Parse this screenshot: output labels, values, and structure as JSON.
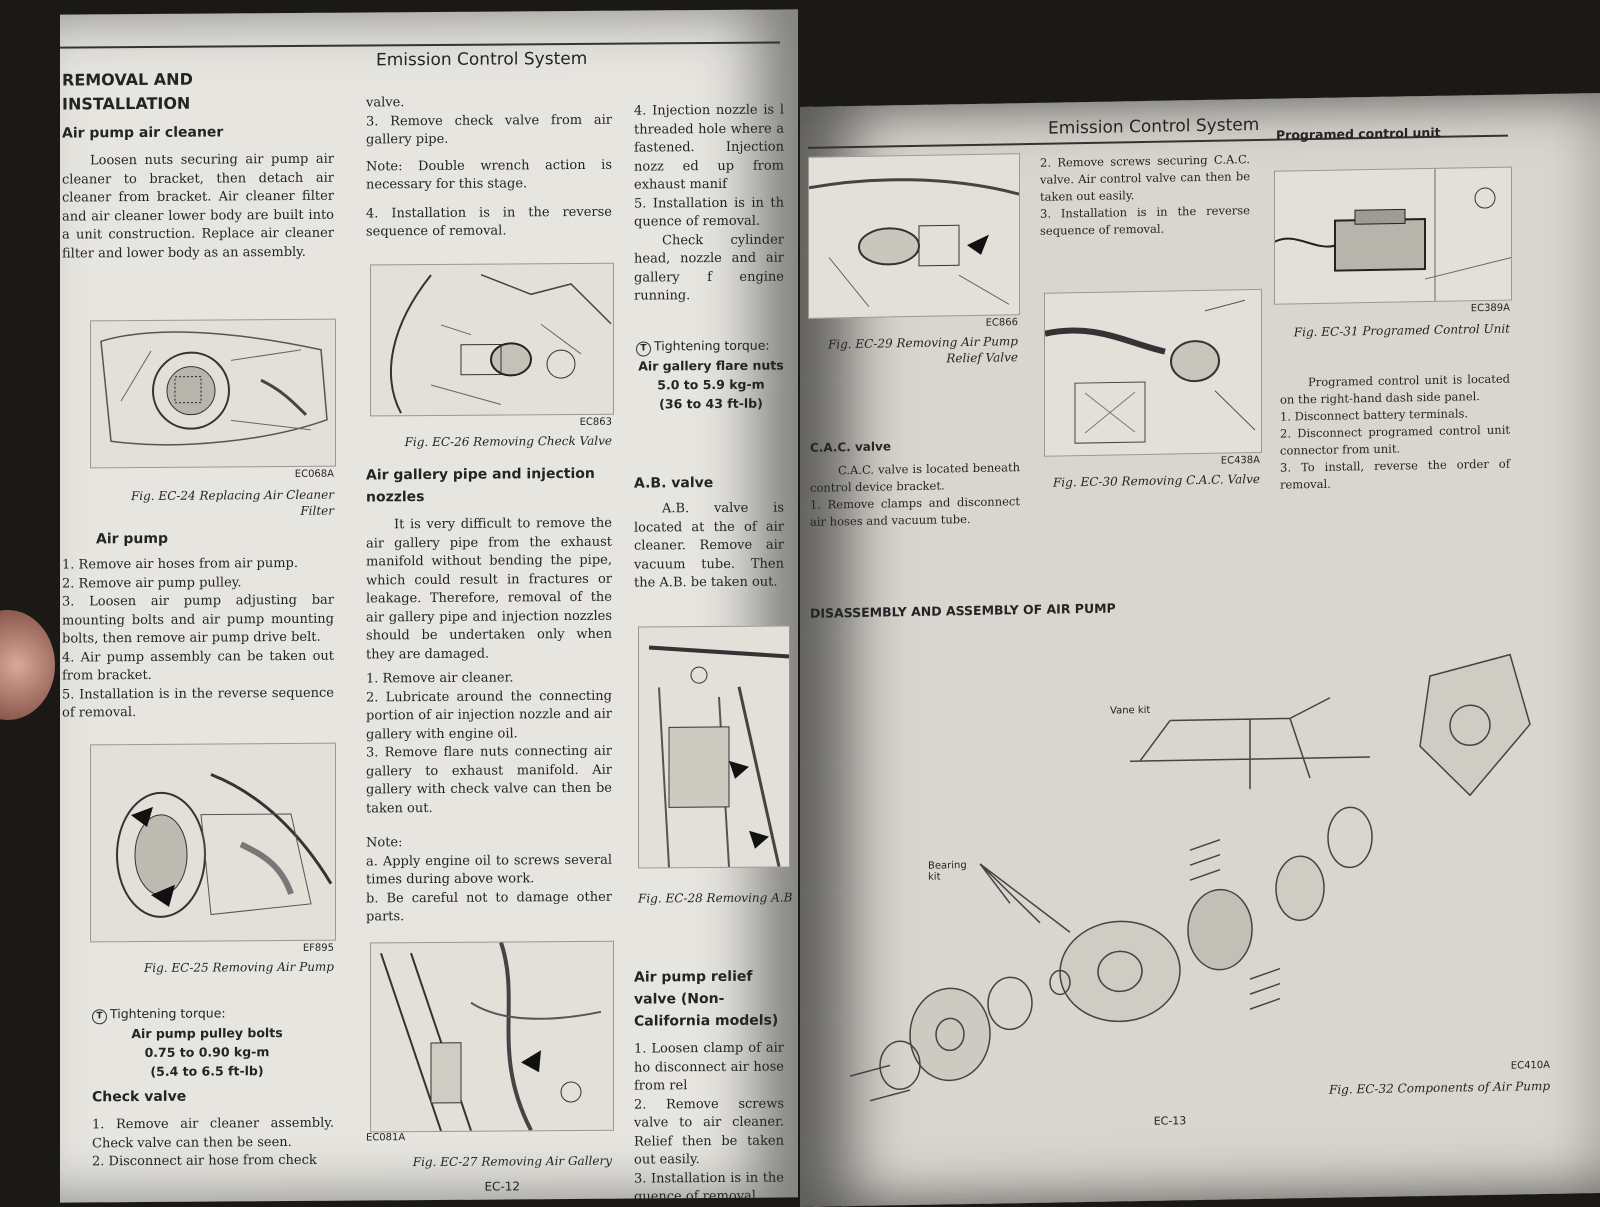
{
  "left": {
    "header": "Emission Control System",
    "col1": {
      "title": "REMOVAL AND INSTALLATION",
      "air_cleaner_heading": "Air pump air cleaner",
      "air_cleaner_text": "Loosen nuts securing air pump air cleaner to bracket, then detach air cleaner from bracket. Air cleaner filter and air cleaner lower body are built into a unit construction. Replace air cleaner filter and lower body as an assembly.",
      "fig24_code": "EC068A",
      "fig24_caption": "Fig. EC-24 Replacing Air Cleaner Filter",
      "air_pump_heading": "Air pump",
      "air_pump_steps": [
        "1.   Remove air hoses from air pump.",
        "2.   Remove air pump pulley.",
        "3.   Loosen air pump adjusting bar mounting bolts and air pump mounting bolts, then remove air pump drive belt.",
        "4.   Air pump assembly can be taken out from bracket.",
        "5.   Installation is in the reverse sequence of removal."
      ],
      "fig25_code": "EF895",
      "fig25_caption": "Fig. EC-25 Removing Air Pump",
      "torque_label": "Tightening torque:",
      "torque_item": "Air pump pulley bolts",
      "torque_value": "0.75 to 0.90 kg-m",
      "torque_value_alt": "(5.4 to 6.5 ft-lb)",
      "check_valve_heading": "Check valve",
      "check_valve_steps": [
        "1.   Remove air cleaner assembly. Check valve can then be seen.",
        "2.   Disconnect air hose from check"
      ]
    },
    "col2": {
      "cont1": "valve.",
      "step3": "3.   Remove check valve from air gallery pipe.",
      "note": "Note: Double wrench action is necessary for this stage.",
      "step4": "4.   Installation is in the reverse sequence of removal.",
      "fig26_code": "EC863",
      "fig26_caption": "Fig. EC-26 Removing Check Valve",
      "gallery_heading": "Air gallery pipe and injection nozzles",
      "gallery_text": "It is very difficult to remove the air gallery pipe from the exhaust manifold without bending the pipe, which could result in fractures or leakage. Therefore, removal of the air gallery pipe and injection nozzles should be undertaken only when they are damaged.",
      "gallery_steps": [
        "1.   Remove air cleaner.",
        "2.   Lubricate around the connecting portion of air injection nozzle and air gallery with engine oil.",
        "3.   Remove flare nuts connecting air gallery to exhaust manifold. Air gallery with check valve can then be taken out."
      ],
      "note2_title": "Note:",
      "note2_items": [
        "a.  Apply engine oil to screws several times during above work.",
        "b.  Be careful not to damage other parts."
      ],
      "fig27_code": "EC081A",
      "fig27_caption": "Fig. EC-27 Removing Air Gallery"
    },
    "col3": {
      "steps": "4.   Injection nozzle is l threaded hole where a fastened. Injection nozz ed up from exhaust manif",
      "step5": "5.   Installation is in th quence of removal.",
      "check_text": "Check cylinder head, nozzle and air gallery f engine running.",
      "torque_label": "Tightening torque:",
      "torque_item": "Air gallery flare nuts",
      "torque_value": "5.0 to 5.9 kg-m",
      "torque_value_alt": "(36 to 43 ft-lb)",
      "ab_heading": "A.B. valve",
      "ab_text": "A.B. valve is located at the of air cleaner. Remove air vacuum tube. Then the A.B. be taken out.",
      "fig28_caption": "Fig. EC-28 Removing A.B",
      "relief_heading": "Air pump relief valve (Non-California models)",
      "relief_steps": [
        "1.   Loosen clamp of air ho disconnect air hose from rel",
        "2.   Remove screws valve to air cleaner. Relief then be taken out easily.",
        "3.   Installation is in the quence of removal."
      ]
    },
    "page_number": "EC-12"
  },
  "right": {
    "header": "Emission Control System",
    "col1": {
      "fig29_code": "EC866",
      "fig29_caption": "Fig. EC-29 Removing Air Pump Relief Valve",
      "cac_heading": "C.A.C. valve",
      "cac_text": "C.A.C. valve is located beneath control device bracket.",
      "cac_step1": "1.   Remove clamps and disconnect air hoses and vacuum tube."
    },
    "col2": {
      "step2": "2.   Remove screws securing C.A.C. valve. Air control valve can then be taken out easily.",
      "step3": "3.   Installation is in the reverse sequence of removal.",
      "fig30_code": "EC438A",
      "fig30_caption": "Fig. EC-30 Removing C.A.C. Valve"
    },
    "col3": {
      "heading": "Programed control unit",
      "fig31_code": "EC389A",
      "fig31_caption": "Fig. EC-31 Programed Control Unit",
      "text": "Programed control unit is located on the right-hand dash side panel.",
      "steps": [
        "1.   Disconnect battery terminals.",
        "2.   Disconnect programed control unit connector from unit.",
        "3.   To install, reverse the order of removal."
      ]
    },
    "disassembly_heading": "DISASSEMBLY AND ASSEMBLY OF AIR PUMP",
    "vane_kit_label": "Vane kit",
    "bearing_kit_label": "Bearing kit",
    "fig32_code": "EC410A",
    "fig32_caption": "Fig. EC-32 Components of Air Pump",
    "page_number": "EC-13"
  }
}
